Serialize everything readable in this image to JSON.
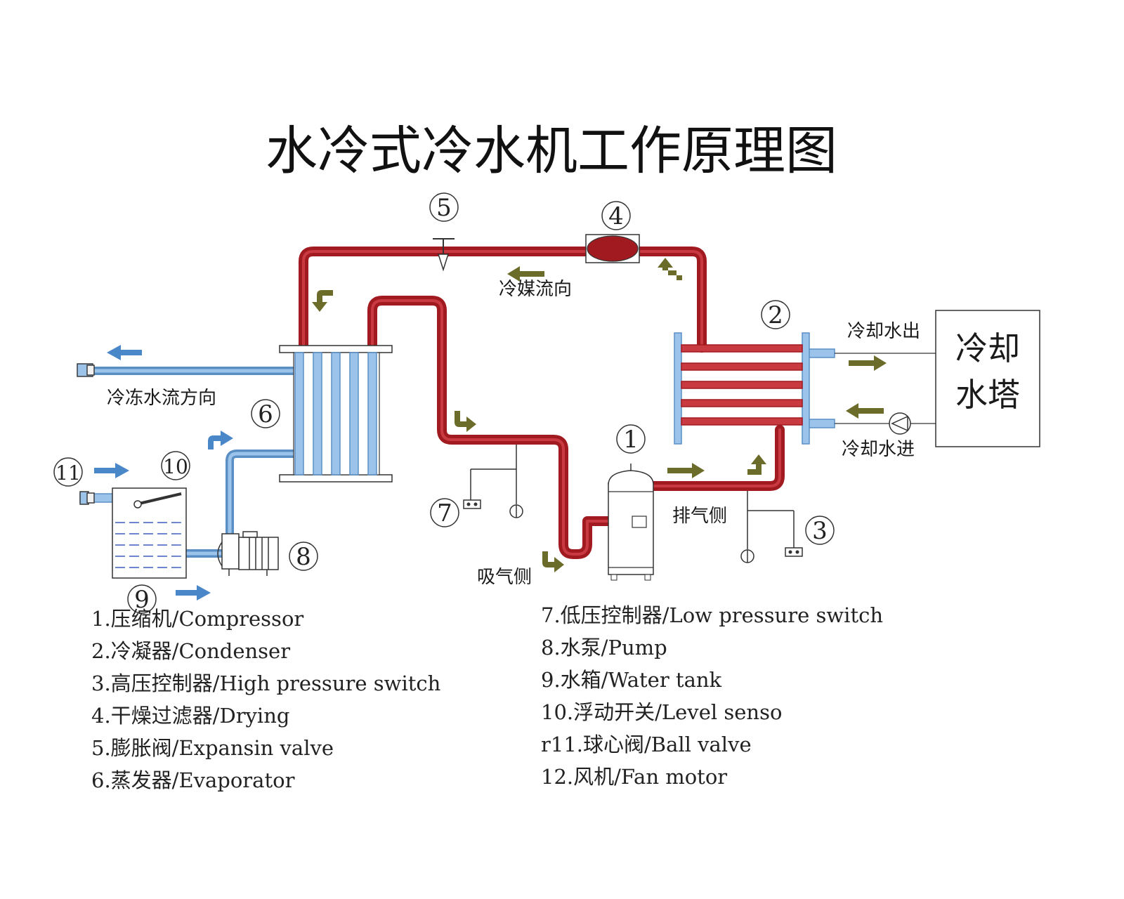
{
  "title": "水冷式冷水机工作原理图",
  "labels": {
    "refrigerant_flow": "冷媒流向",
    "chilled_water_flow": "冷冻水流方向",
    "cooling_water_out": "冷却水出",
    "cooling_water_in": "冷却水进",
    "cooling_tower_line1": "冷却",
    "cooling_tower_line2": "水塔",
    "discharge_side": "排气侧",
    "suction_side": "吸气侧"
  },
  "markers": {
    "m1": "1",
    "m2": "2",
    "m3": "3",
    "m4": "4",
    "m5": "5",
    "m6": "6",
    "m7": "7",
    "m8": "8",
    "m9": "9",
    "m10": "10",
    "m11": "11"
  },
  "legend_left": [
    "1.压缩机/Compressor",
    "2.冷凝器/Condenser",
    "3.高压控制器/High pressure switch",
    "4.干燥过滤器/Drying",
    "5.膨胀阀/Expansin valve",
    "6.蒸发器/Evaporator"
  ],
  "legend_right": [
    "7.低压控制器/Low pressure switch",
    "8.水泵/Pump",
    "9.水箱/Water tank",
    "10.浮动开关/Level senso",
    "r11.球心阀/Ball valve",
    "12.风机/Fan motor"
  ],
  "colors": {
    "refrigerant_pipe": "#a11a20",
    "water_pipe": "#5a8fc6",
    "flow_arrow_olive": "#6b6b2a",
    "water_arrow_blue": "#4a87c9"
  }
}
